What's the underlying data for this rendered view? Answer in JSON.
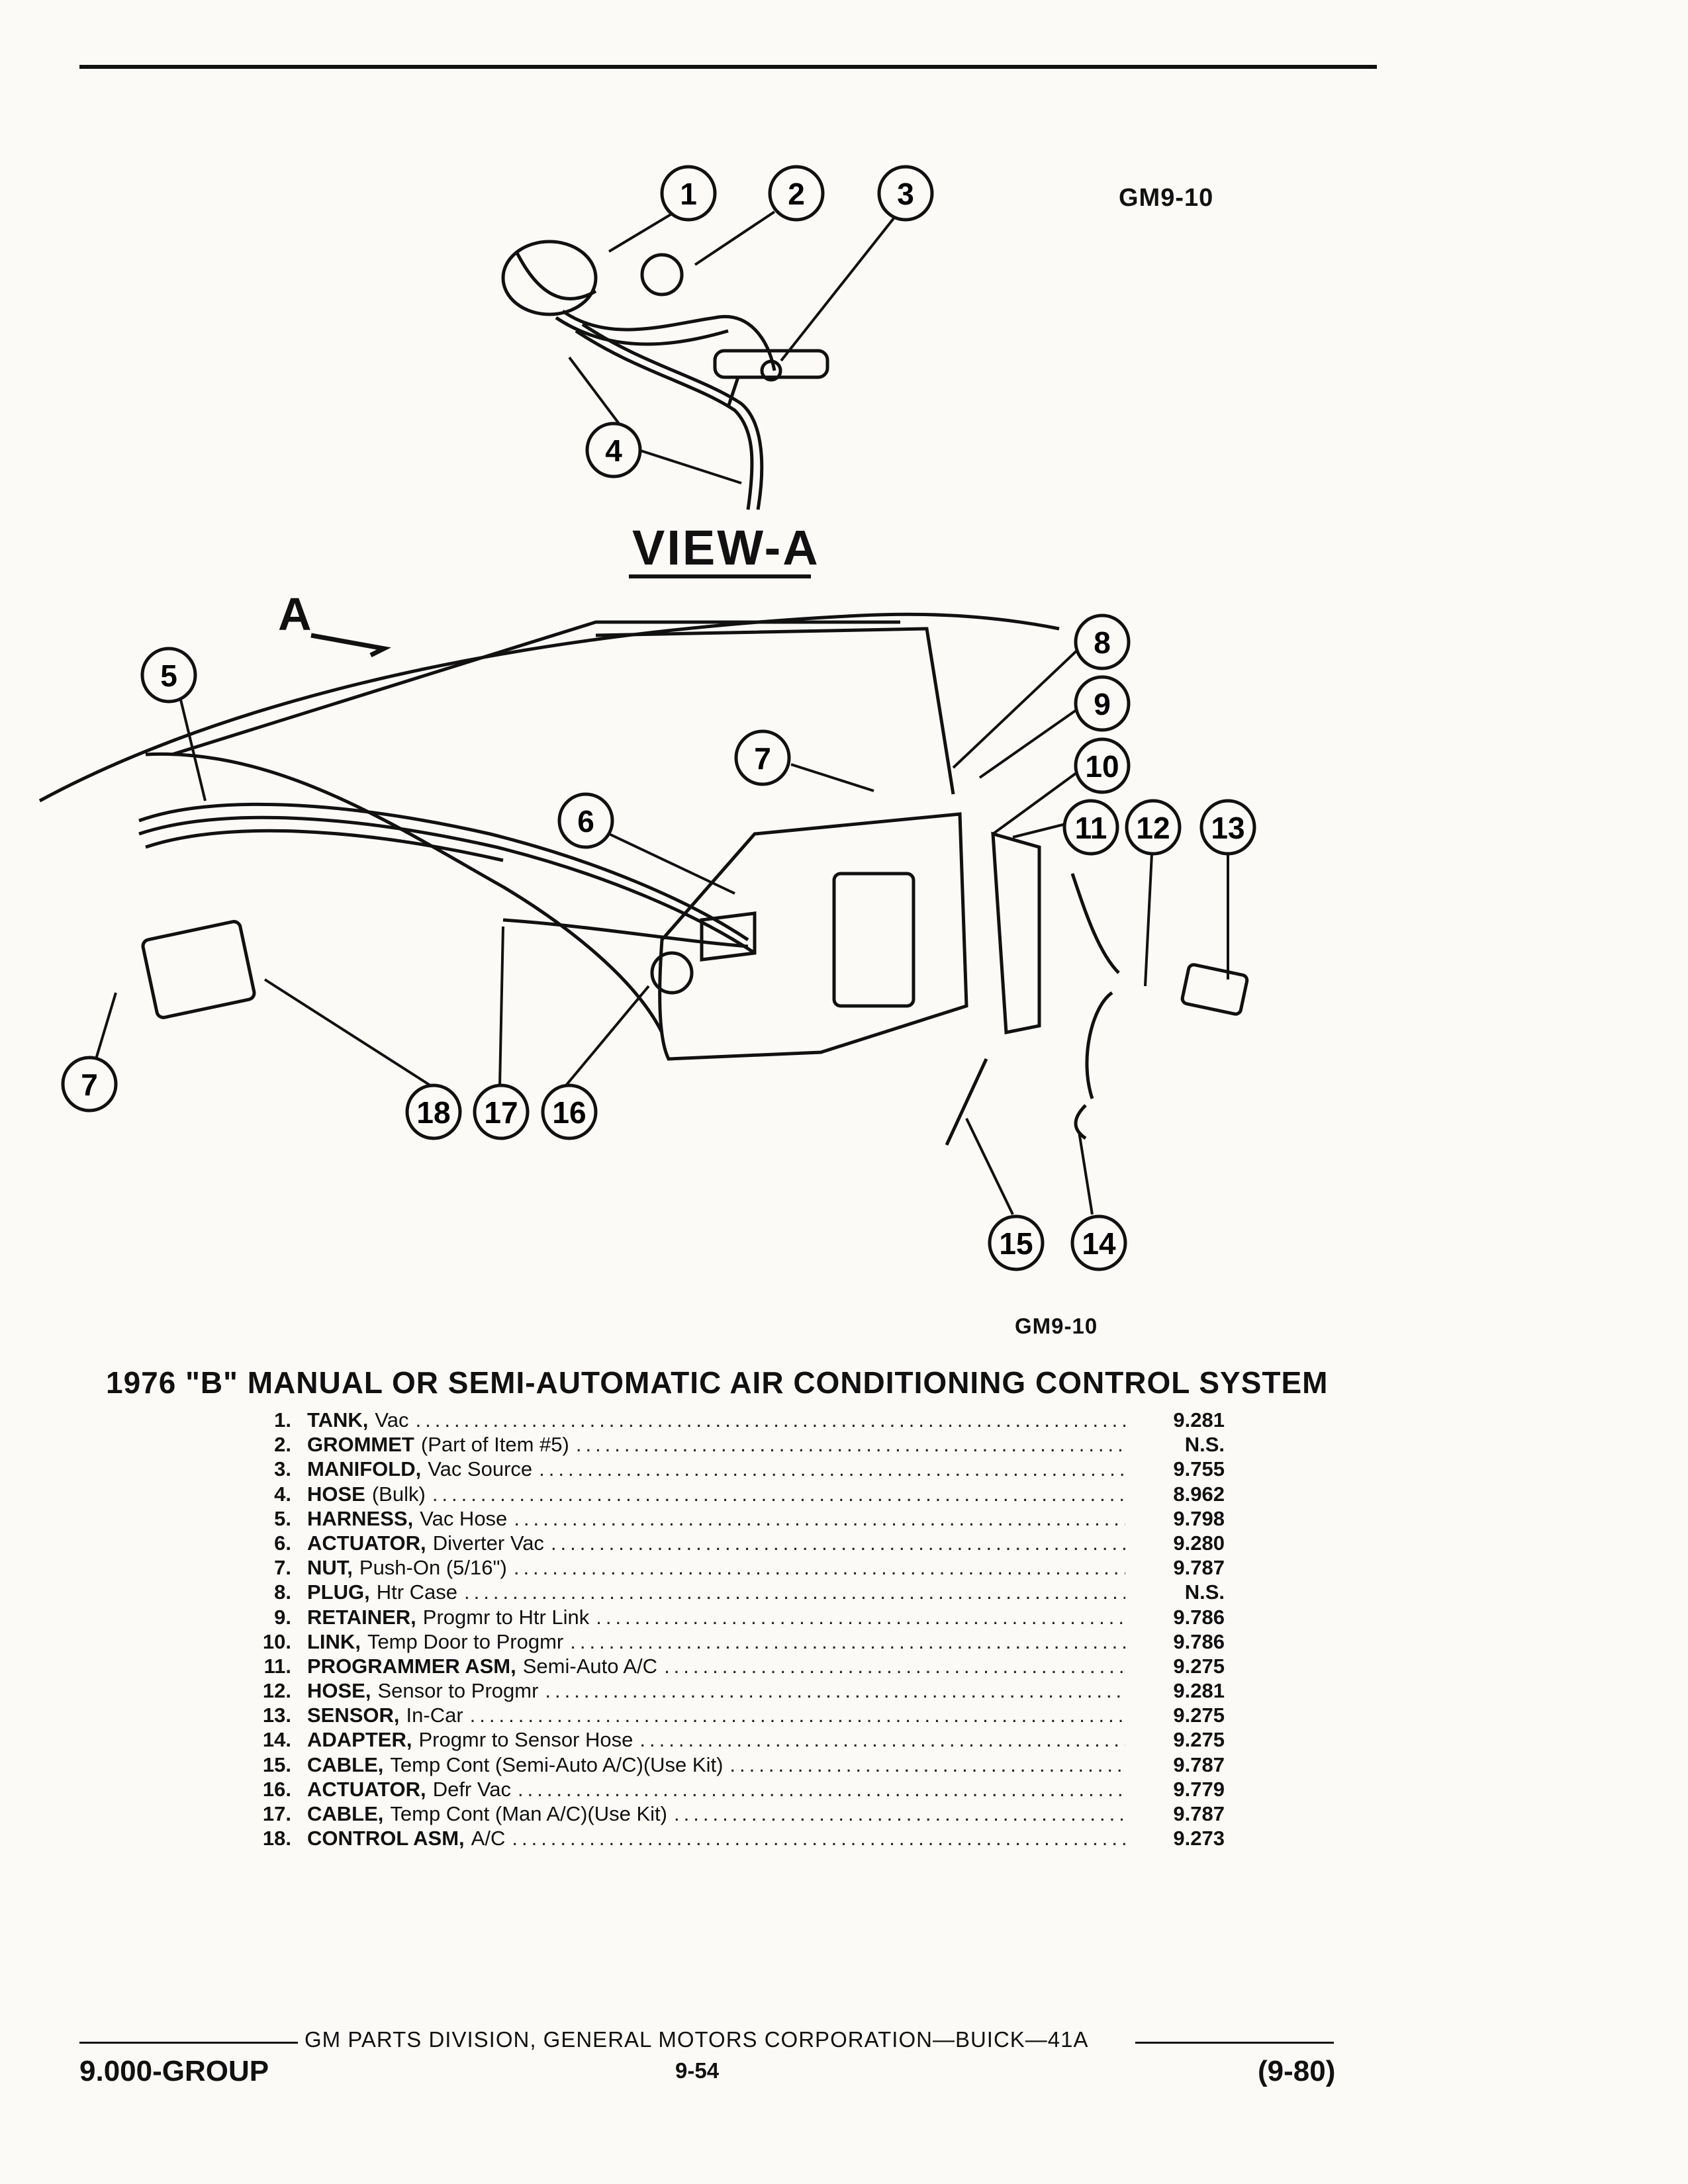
{
  "figure_code_top": "GM9-10",
  "figure_code_bottom": "GM9-10",
  "view_label": "VIEW-A",
  "view_arrow_label": "A",
  "callouts": [
    "1",
    "2",
    "3",
    "4",
    "5",
    "6",
    "7",
    "7",
    "8",
    "9",
    "10",
    "11",
    "12",
    "13",
    "14",
    "15",
    "16",
    "17",
    "18"
  ],
  "title": "1976 \"B\" MANUAL OR SEMI-AUTOMATIC AIR CONDITIONING CONTROL SYSTEM",
  "parts": [
    {
      "num": "1.",
      "name": "TANK,",
      "desc": "Vac",
      "ref": "9.281"
    },
    {
      "num": "2.",
      "name": "GROMMET",
      "desc": "(Part of Item #5)",
      "ref": "N.S."
    },
    {
      "num": "3.",
      "name": "MANIFOLD,",
      "desc": "Vac Source",
      "ref": "9.755"
    },
    {
      "num": "4.",
      "name": "HOSE",
      "desc": "(Bulk)",
      "ref": "8.962"
    },
    {
      "num": "5.",
      "name": "HARNESS,",
      "desc": "Vac Hose",
      "ref": "9.798"
    },
    {
      "num": "6.",
      "name": "ACTUATOR,",
      "desc": "Diverter Vac",
      "ref": "9.280"
    },
    {
      "num": "7.",
      "name": "NUT,",
      "desc": "Push-On (5/16\")",
      "ref": "9.787"
    },
    {
      "num": "8.",
      "name": "PLUG,",
      "desc": "Htr Case",
      "ref": "N.S."
    },
    {
      "num": "9.",
      "name": "RETAINER,",
      "desc": "Progmr to Htr Link",
      "ref": "9.786"
    },
    {
      "num": "10.",
      "name": "LINK,",
      "desc": "Temp Door to Progmr",
      "ref": "9.786"
    },
    {
      "num": "11.",
      "name": "PROGRAMMER ASM,",
      "desc": "Semi-Auto A/C",
      "ref": "9.275"
    },
    {
      "num": "12.",
      "name": "HOSE,",
      "desc": "Sensor to Progmr",
      "ref": "9.281"
    },
    {
      "num": "13.",
      "name": "SENSOR,",
      "desc": "In-Car",
      "ref": "9.275"
    },
    {
      "num": "14.",
      "name": "ADAPTER,",
      "desc": "Progmr to Sensor Hose",
      "ref": "9.275"
    },
    {
      "num": "15.",
      "name": "CABLE,",
      "desc": "Temp Cont (Semi-Auto A/C)(Use Kit)",
      "ref": "9.787"
    },
    {
      "num": "16.",
      "name": "ACTUATOR,",
      "desc": "Defr Vac",
      "ref": "9.779"
    },
    {
      "num": "17.",
      "name": "CABLE,",
      "desc": "Temp Cont (Man A/C)(Use Kit)",
      "ref": "9.787"
    },
    {
      "num": "18.",
      "name": "CONTROL ASM,",
      "desc": "A/C",
      "ref": "9.273"
    }
  ],
  "footer": {
    "division": "GM PARTS DIVISION, GENERAL MOTORS CORPORATION—BUICK—41A",
    "group": "9.000-GROUP",
    "page": "9-54",
    "date": "(9-80)"
  }
}
